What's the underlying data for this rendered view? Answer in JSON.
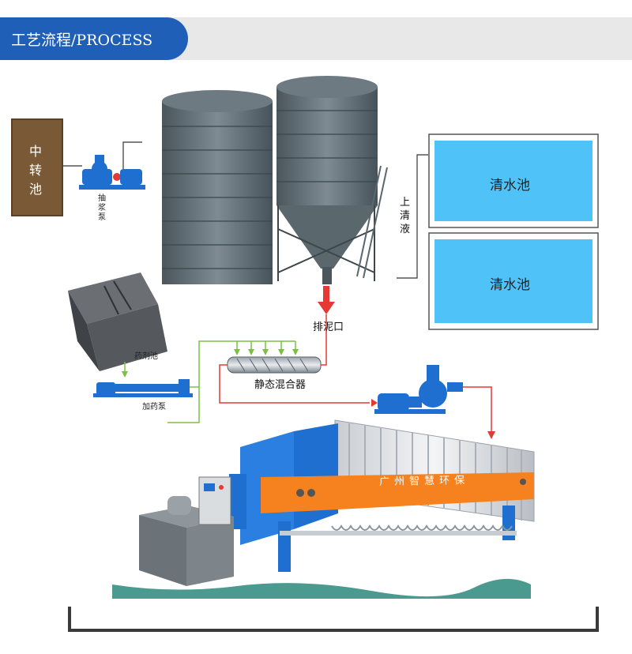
{
  "header": {
    "title": "工艺流程/PROCESS"
  },
  "transfer_tank": {
    "label": "中转池"
  },
  "slurry_pump": {
    "label": "抽浆泵"
  },
  "clean_liquid": {
    "label": "上清液"
  },
  "clear_pool_1": {
    "label": "清水池"
  },
  "clear_pool_2": {
    "label": "清水池"
  },
  "sludge_outlet": {
    "label": "排泥口"
  },
  "dosing_tank": {
    "label": "药剂池"
  },
  "dosing_pump": {
    "label": "加药泵"
  },
  "static_mixer": {
    "label": "静态混合器"
  },
  "filter_press": {
    "brand": "广州智慧环保"
  },
  "colors": {
    "header_tab": "#1f5fb8",
    "header_band": "#e8e8e8",
    "silo": "#5d6b72",
    "pool_water": "#4fc3f7",
    "frame_blue": "#1e6fd0",
    "beam_orange": "#f5821f",
    "flow_red": "#e53935",
    "flow_green": "#7cc043",
    "tank_brown": "#7a5a36",
    "ground_teal": "#4a9a8f"
  }
}
